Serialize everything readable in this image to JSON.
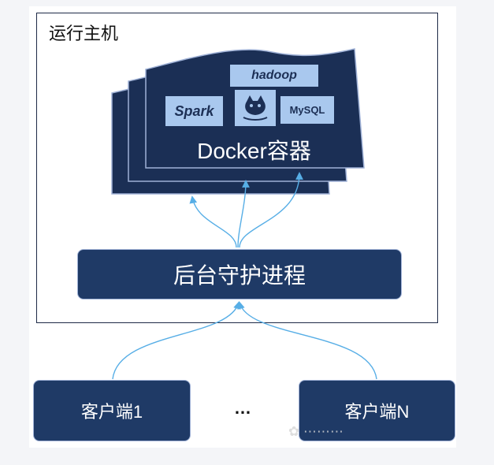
{
  "host": {
    "label": "运行主机"
  },
  "docker": {
    "label": "Docker容器"
  },
  "logos": {
    "hadoop": "hadoop",
    "spark": "Spark",
    "tomcat": "tomcat-icon",
    "mysql": "MySQL"
  },
  "daemon": {
    "label": "后台守护进程"
  },
  "clients": {
    "first": "客户端1",
    "ellipsis": "…",
    "last": "客户端N"
  },
  "colors": {
    "node_fill": "#1f3a66",
    "container_fill": "#1b2f55",
    "arrow": "#57aee6",
    "logo_bg": "#a9c8ee"
  }
}
